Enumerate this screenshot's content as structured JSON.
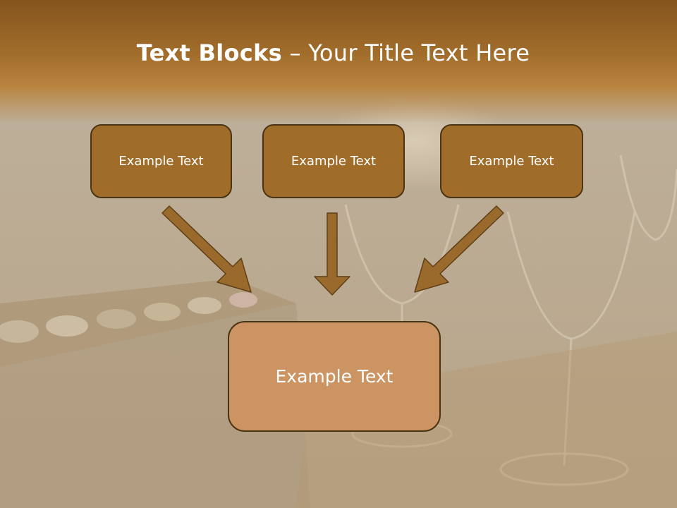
{
  "title": {
    "bold": "Text Blocks",
    "dash": " – ",
    "rest": "Your Title Text Here"
  },
  "boxes": {
    "left": "Example Text",
    "center": "Example Text",
    "right": "Example Text",
    "bottom": "Example Text"
  },
  "colors": {
    "box_fill": "#a06c2a",
    "box_border": "#4a3414",
    "bottom_box_fill": "#cc9462",
    "arrow_fill": "#9a6a2c",
    "header": "#8a5a1f"
  }
}
